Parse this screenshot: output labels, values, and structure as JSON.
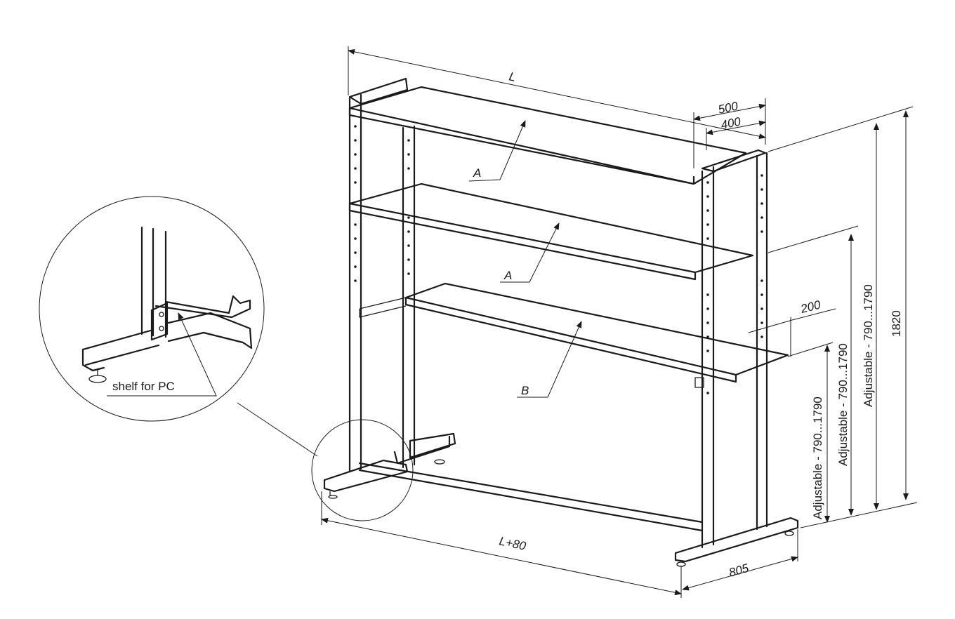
{
  "dimensions": {
    "length": "L",
    "depth_outer": "500",
    "depth_inner": "400",
    "total_height": "1820",
    "pc_shelf_depth": "200",
    "base_length": "L+80",
    "base_width": "805",
    "adjustable_1": "Adjustable - 790...1790",
    "adjustable_2": "Adjustable - 790...1790",
    "adjustable_3": "Adjustable - 790...1790"
  },
  "shelf_labels": {
    "top": "A",
    "middle": "A",
    "bottom": "B"
  },
  "detail": {
    "callout": "shelf for PC"
  }
}
